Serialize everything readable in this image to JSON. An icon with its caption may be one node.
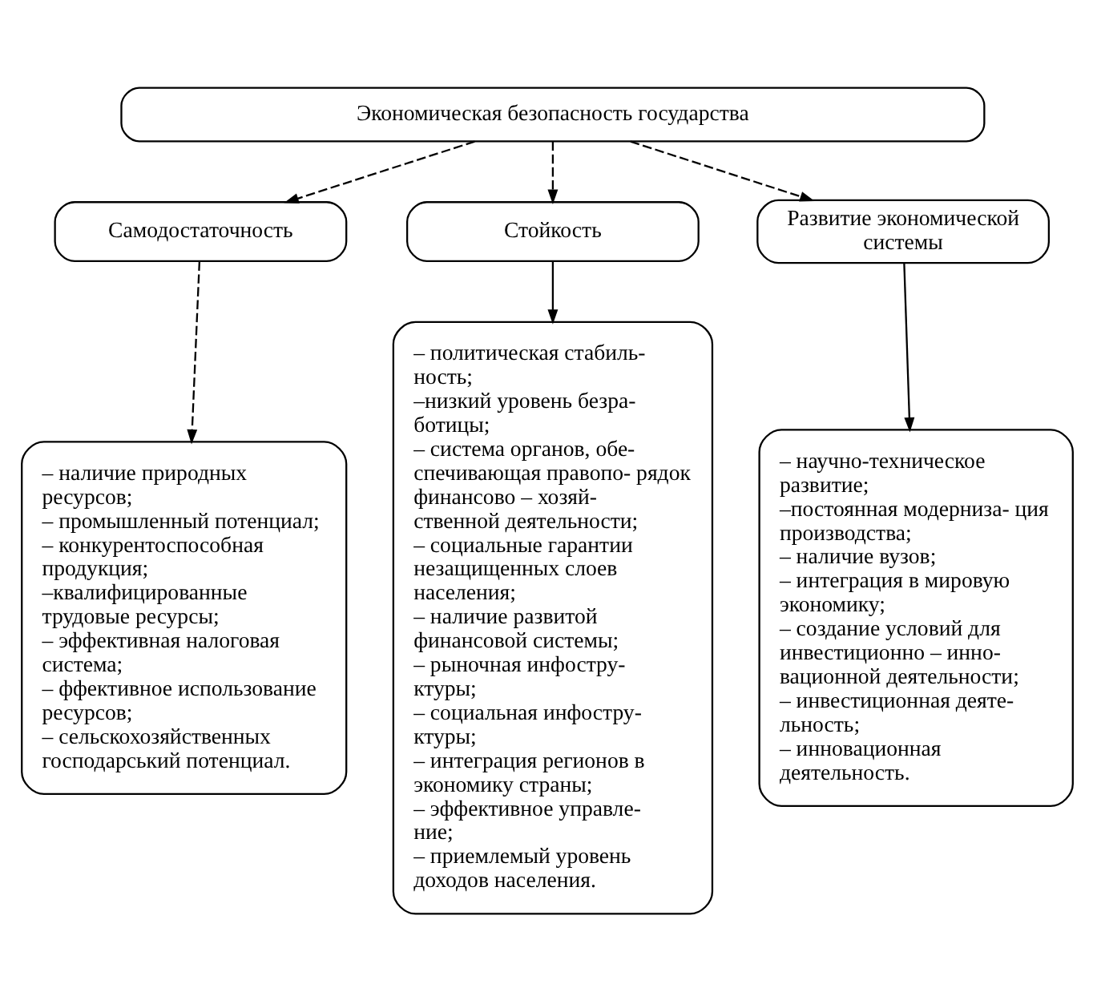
{
  "diagram": {
    "nodes": [
      {
        "text": [
          "Экономическая безопасность государства"
        ]
      },
      {
        "text": [
          "Самодостаточность"
        ]
      },
      {
        "text": [
          "Стойкость"
        ]
      },
      {
        "text": [
          "Развитие экономической системы"
        ]
      },
      {
        "text": [
          "– наличие природных ресурсов;",
          "– промышленный потенциал;",
          "– конкурентоспособная продукция;",
          "–квалифицированные трудовые ресурсы;",
          "– эффективная налоговая система;",
          "– ффективное использование ресурсов;",
          "– сельскохозяйственных господарський потенциал."
        ]
      },
      {
        "text": [
          "– политическая стабиль- ность;",
          "–низкий уровень безра- ботицы;",
          "– система органов, обе- спечивающая правопо- рядок финансово – хозяй- ственной деятельности;",
          "– социальные гарантии незащищенных слоев населения;",
          "– наличие развитой финансовой системы;",
          "– рыночная инфостру- ктуры;",
          "– социальная инфостру- ктуры;",
          "– интеграция регионов в экономику страны;",
          "– эффективное управле- ние;",
          "– приемлемый уровень доходов населения."
        ]
      },
      {
        "text": [
          "– научно-техническое развитие;",
          "–постоянная модерниза- ция производства;",
          "– наличие вузов;",
          "– интеграция в мировую экономику;",
          "– создание условий для инвестиционно – инно- вационной деятельности;",
          "– инвестиционная деяте- льность;",
          "– инновационная деятельность."
        ]
      }
    ],
    "edges": [
      {
        "from": 0,
        "to": 1,
        "arrow": "to",
        "style": "dashed"
      },
      {
        "from": 0,
        "to": 2,
        "arrow": "to",
        "style": "dashed"
      },
      {
        "from": 0,
        "to": 3,
        "arrow": "to",
        "style": "dashed"
      },
      {
        "from": 1,
        "to": 4,
        "arrow": "to",
        "style": "dashed"
      },
      {
        "from": 2,
        "to": 5,
        "arrow": "to"
      },
      {
        "from": 3,
        "to": 6,
        "arrow": "to"
      }
    ]
  }
}
